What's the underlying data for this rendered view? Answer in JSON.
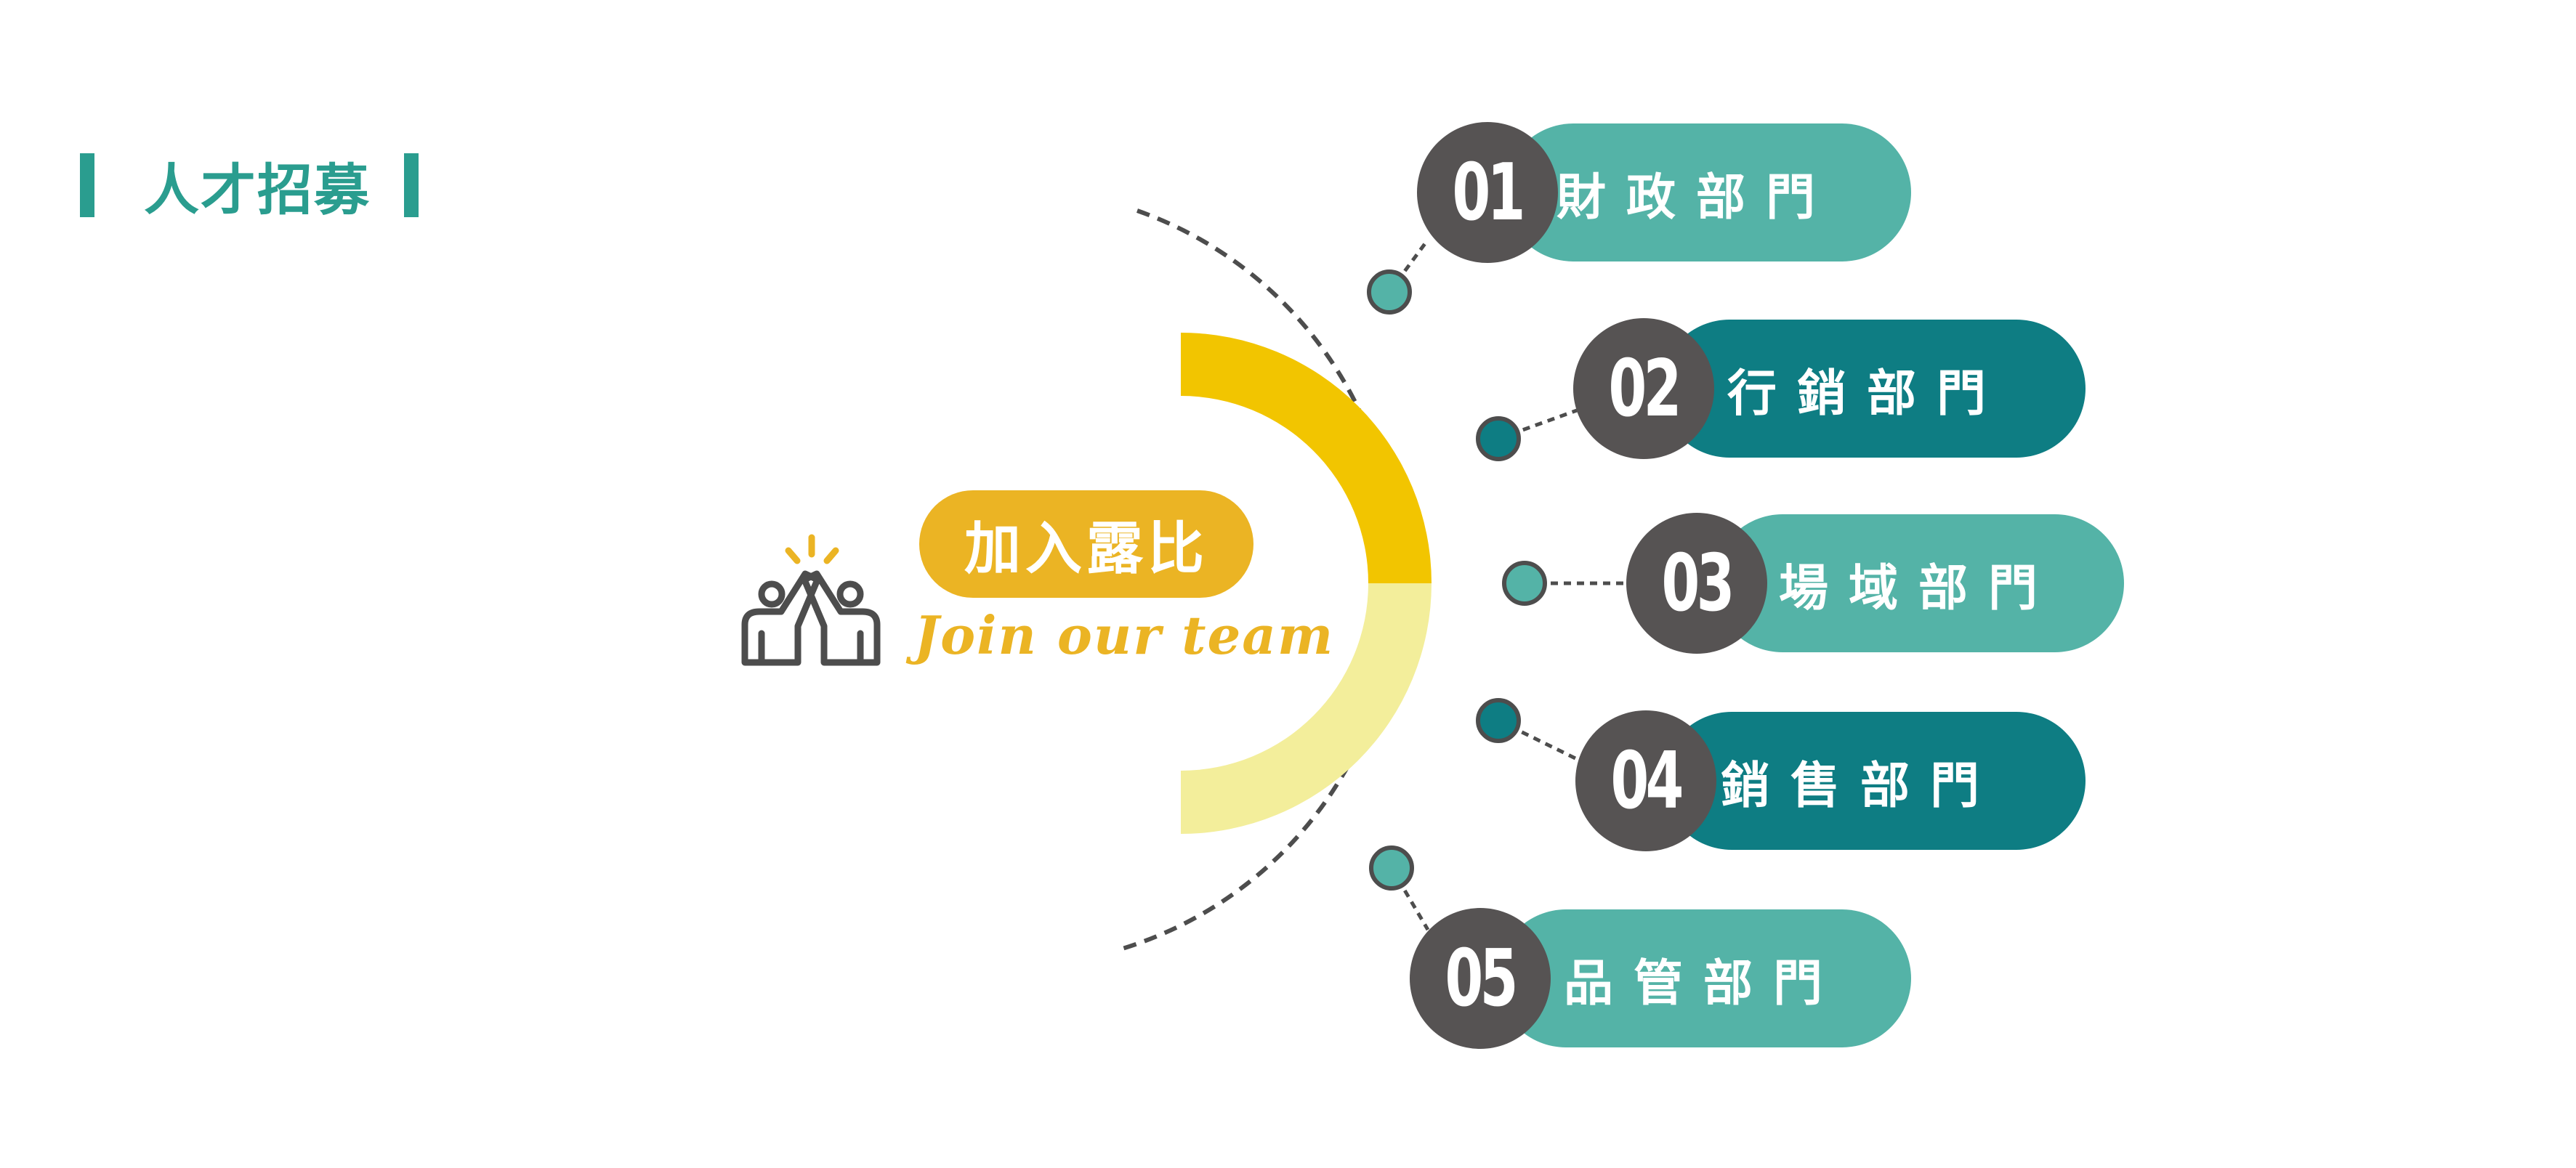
{
  "header": {
    "title": "人才招募",
    "accent_color": "#2a9d8f"
  },
  "center": {
    "label": "加入露比",
    "subtitle": "Join our team",
    "icon": "high-five-people-icon",
    "color": "#ebb424",
    "arc_colors": [
      "#f2c500",
      "#f3ee9b"
    ]
  },
  "departments": [
    {
      "number": "01",
      "label": "財政部門",
      "color": "#54b3a7"
    },
    {
      "number": "02",
      "label": "行銷部門",
      "color": "#0e7d83"
    },
    {
      "number": "03",
      "label": "場域部門",
      "color": "#54b3a7"
    },
    {
      "number": "04",
      "label": "銷售部門",
      "color": "#0e7d83"
    },
    {
      "number": "05",
      "label": "品管部門",
      "color": "#54b3a7"
    }
  ]
}
